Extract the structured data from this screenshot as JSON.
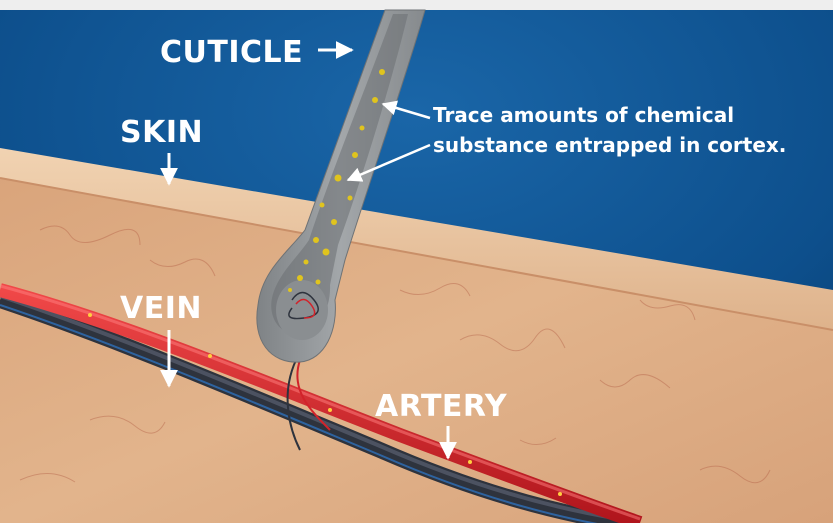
{
  "labels": {
    "cuticle": "CUTICLE",
    "skin": "SKIN",
    "vein": "VEIN",
    "artery": "ARTERY",
    "annotation_line1": "Trace amounts of chemical",
    "annotation_line2": "substance entrapped in cortex."
  },
  "colors": {
    "background_blue": "#0d4f8c",
    "skin_surface": "#e8c39c",
    "dermis": "#d9a77f",
    "hair": "#8d9194",
    "artery": "#d2232a",
    "vein": "#3a3f4a",
    "label_text": "#ffffff",
    "chemical_particles": "#d9c21d"
  }
}
